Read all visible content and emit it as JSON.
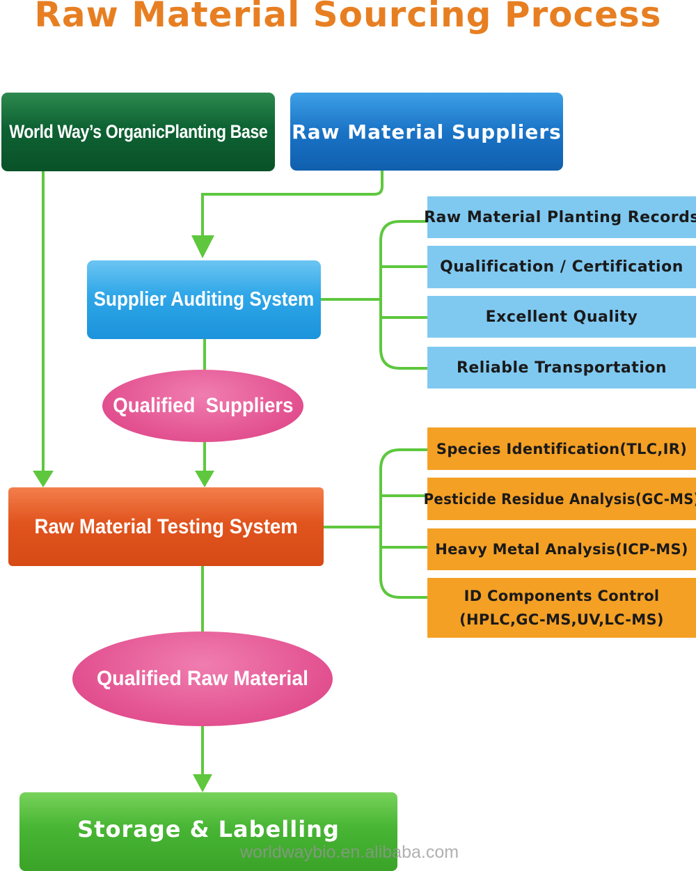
{
  "title": "Raw Material Sourcing Process",
  "nodes": {
    "planting_base": "World Way’s OrganicPlanting Base",
    "suppliers": "Raw Material Suppliers",
    "auditing": "Supplier Auditing System",
    "qualified_suppliers": "Qualified  Suppliers",
    "testing": "Raw Material Testing System",
    "qualified_material": "Qualified Raw Material",
    "storage": "Storage & Labelling"
  },
  "audit_criteria": [
    "Raw Material Planting Records",
    "Qualification / Certification",
    "Excellent Quality",
    "Reliable Transportation"
  ],
  "tests": [
    {
      "line1": "Species Identification(TLC,IR)",
      "line2": ""
    },
    {
      "line1": "Pesticide Residue Analysis(GC-MS)",
      "line2": ""
    },
    {
      "line1": "Heavy Metal Analysis(ICP-MS)",
      "line2": ""
    },
    {
      "line1": "ID Components Control",
      "line2": "(HPLC,GC-MS,UV,LC-MS)"
    }
  ],
  "watermark": "worldwaybio.en.alibaba.com",
  "colors": {
    "connector": "#5ec73e",
    "title": "#e77f22",
    "criteria_fill": "#7fc9f1",
    "tests_fill": "#f4a025"
  }
}
